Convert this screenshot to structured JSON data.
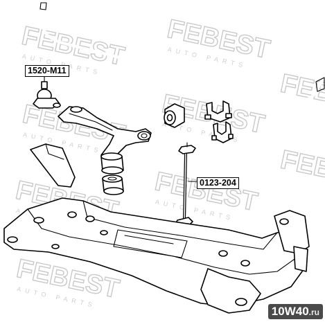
{
  "watermark": {
    "brand": "FEBEST",
    "tagline": "AUTO PARTS"
  },
  "labels": {
    "ball_joint": "1520-M11",
    "stabilizer_link": "0123-204"
  },
  "site_badge": {
    "name": "10W40",
    "domain": ".ru"
  },
  "colors": {
    "line": "#000000",
    "watermark": "#c9c9c9",
    "badge_bg": "#4a4a4a"
  }
}
